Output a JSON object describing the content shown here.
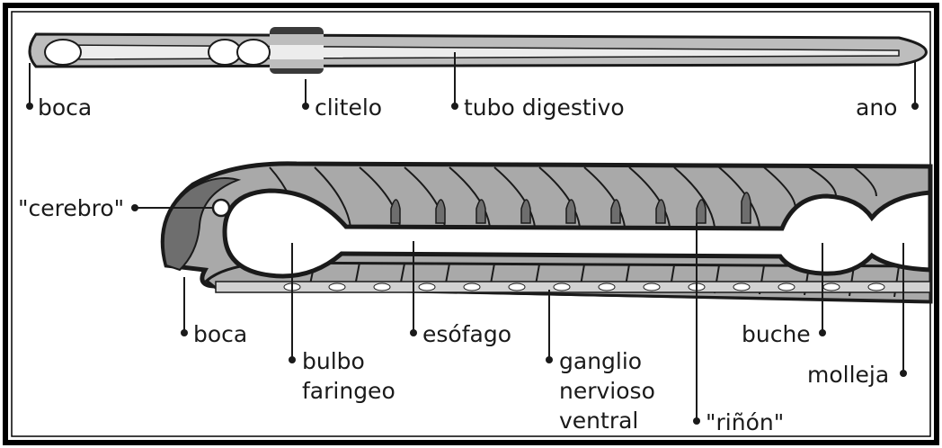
{
  "labels": {
    "top_boca": "boca",
    "clitelo": "clitelo",
    "tubo_digestivo": "tubo digestivo",
    "ano": "ano",
    "cerebro": "\"cerebro\"",
    "boca": "boca",
    "bulbo_line1": "bulbo",
    "bulbo_line2": "faringeo",
    "esofago": "esófago",
    "ganglio_line1": "ganglio",
    "ganglio_line2": "nervioso",
    "ganglio_line3": "ventral",
    "rinon": "\"riñón\"",
    "buche": "buche",
    "molleja": "molleja"
  },
  "colors": {
    "frame": "#000000",
    "body_gray": "#a9a9a9",
    "dark_gray": "#6e6e6e",
    "light_gray": "#d2d2d2",
    "ink": "#1a1a1a"
  }
}
